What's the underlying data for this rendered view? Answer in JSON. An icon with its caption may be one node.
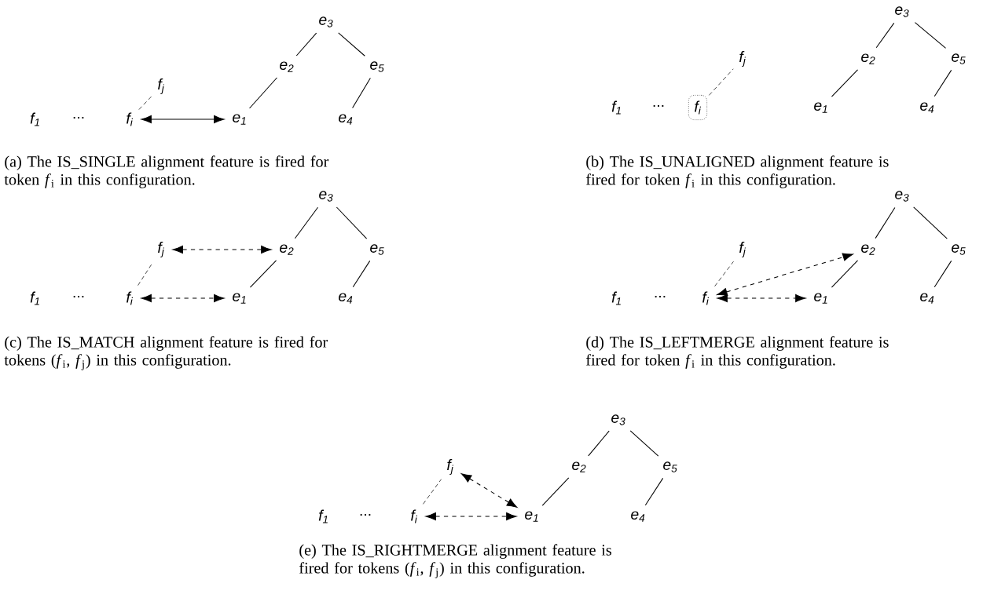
{
  "diagram": {
    "nodes": [
      {
        "text": [
          "e$_{3}$"
        ]
      },
      {
        "text": [
          "f$_{j}$"
        ]
      },
      {
        "text": [
          "e$_{2}$"
        ]
      },
      {
        "text": [
          "e$_{5}$"
        ]
      },
      {
        "text": [
          "f$_{1}$"
        ]
      },
      {
        "text": [
          "f$_{i}$"
        ]
      },
      {
        "text": [
          "e$_{1}$"
        ]
      },
      {
        "text": [
          "e$_{4}$"
        ]
      },
      {
        "text": [
          "e$_{3}$"
        ]
      },
      {
        "text": [
          "f$_{j}$"
        ]
      },
      {
        "text": [
          "e$_{2}$"
        ]
      },
      {
        "text": [
          "e$_{5}$"
        ]
      },
      {
        "text": [
          "f$_{1}$"
        ]
      },
      {
        "text": [
          "f$_{i}$"
        ]
      },
      {
        "text": [
          "e$_{1}$"
        ]
      },
      {
        "text": [
          "e$_{4}$"
        ]
      },
      {
        "text": [
          "e$_{3}$"
        ]
      },
      {
        "text": [
          "f$_{j}$"
        ]
      },
      {
        "text": [
          "e$_{2}$"
        ]
      },
      {
        "text": [
          "e$_{5}$"
        ]
      },
      {
        "text": [
          "f$_{1}$"
        ]
      },
      {
        "text": [
          "f$_{i}$"
        ]
      },
      {
        "text": [
          "e$_{1}$"
        ]
      },
      {
        "text": [
          "e$_{4}$"
        ]
      },
      {
        "text": [
          "e$_{3}$"
        ]
      },
      {
        "text": [
          "f$_{j}$"
        ]
      },
      {
        "text": [
          "e$_{2}$"
        ]
      },
      {
        "text": [
          "e$_{5}$"
        ]
      },
      {
        "text": [
          "f$_{1}$"
        ]
      },
      {
        "text": [
          "f$_{i}$"
        ]
      },
      {
        "text": [
          "e$_{1}$"
        ]
      },
      {
        "text": [
          "e$_{4}$"
        ]
      },
      {
        "text": [
          "e$_{3}$"
        ]
      },
      {
        "text": [
          "f$_{j}$"
        ]
      },
      {
        "text": [
          "e$_{2}$"
        ]
      },
      {
        "text": [
          "e$_{5}$"
        ]
      },
      {
        "text": [
          "f$_{1}$"
        ]
      },
      {
        "text": [
          "f$_{i}$"
        ]
      },
      {
        "text": [
          "e$_{1}$"
        ]
      },
      {
        "text": [
          "e$_{4}$"
        ]
      }
    ],
    "edges": [
      {
        "from": 0,
        "to": 2,
        "arrow": "none"
      },
      {
        "from": 0,
        "to": 3,
        "arrow": "none"
      },
      {
        "from": 2,
        "to": 6,
        "arrow": "none"
      },
      {
        "from": 3,
        "to": 7,
        "arrow": "none"
      },
      {
        "from": 5,
        "to": 1,
        "arrow": "none",
        "style": "dashed"
      },
      {
        "from": 5,
        "to": 6,
        "arrow": "both"
      },
      {
        "from": 8,
        "to": 10,
        "arrow": "none"
      },
      {
        "from": 8,
        "to": 11,
        "arrow": "none"
      },
      {
        "from": 10,
        "to": 14,
        "arrow": "none"
      },
      {
        "from": 11,
        "to": 15,
        "arrow": "none"
      },
      {
        "from": 13,
        "to": 9,
        "arrow": "none",
        "style": "dashed"
      },
      {
        "from": 16,
        "to": 18,
        "arrow": "none"
      },
      {
        "from": 16,
        "to": 19,
        "arrow": "none"
      },
      {
        "from": 18,
        "to": 22,
        "arrow": "none"
      },
      {
        "from": 19,
        "to": 23,
        "arrow": "none"
      },
      {
        "from": 21,
        "to": 17,
        "arrow": "none",
        "style": "dashed"
      },
      {
        "from": 17,
        "to": 18,
        "arrow": "both",
        "style": "dashed"
      },
      {
        "from": 21,
        "to": 22,
        "arrow": "both",
        "style": "dashed"
      },
      {
        "from": 24,
        "to": 26,
        "arrow": "none"
      },
      {
        "from": 24,
        "to": 27,
        "arrow": "none"
      },
      {
        "from": 26,
        "to": 30,
        "arrow": "none"
      },
      {
        "from": 27,
        "to": 31,
        "arrow": "none"
      },
      {
        "from": 29,
        "to": 25,
        "arrow": "none",
        "style": "dashed"
      },
      {
        "from": 29,
        "to": 26,
        "arrow": "both",
        "style": "dashed"
      },
      {
        "from": 29,
        "to": 30,
        "arrow": "both",
        "style": "dashed"
      },
      {
        "from": 32,
        "to": 34,
        "arrow": "none"
      },
      {
        "from": 32,
        "to": 35,
        "arrow": "none"
      },
      {
        "from": 34,
        "to": 38,
        "arrow": "none"
      },
      {
        "from": 35,
        "to": 39,
        "arrow": "none"
      },
      {
        "from": 37,
        "to": 33,
        "arrow": "none",
        "style": "dashed"
      },
      {
        "from": 33,
        "to": 38,
        "arrow": "both",
        "style": "dashed"
      },
      {
        "from": 37,
        "to": 38,
        "arrow": "both",
        "style": "dashed"
      }
    ],
    "labels": [
      "...",
      "...",
      "(a) The IS_SINGLE alignment feature is fired for token *f*$_{i}$ in this configuration.",
      "(b) The IS_UNALIGNED alignment feature is fired for token *f*$_{i}$ in this configuration.",
      "...",
      "...",
      "(c) The IS_MATCH alignment feature is fired for tokens (*f*$_{i}$, *f*$_{j}$) in this configuration.",
      "(d) The IS_LEFTMERGE alignment feature is fired for token *f*$_{i}$ in this configuration.",
      "...",
      "(e) The IS_RIGHTMERGE alignment feature is fired for tokens (*f*$_{i}$, *f*$_{j}$) in this configuration."
    ]
  }
}
